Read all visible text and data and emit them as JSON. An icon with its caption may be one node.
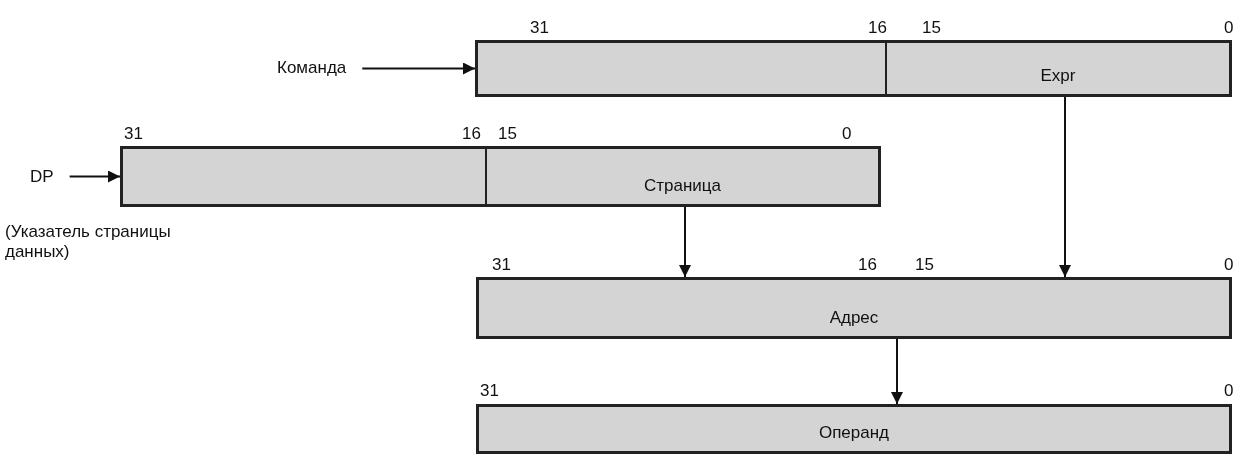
{
  "diagram": {
    "nodes": [
      {
        "text": [
          "Команда"
        ]
      },
      {
        "text": [],
        "shape": "box"
      },
      {
        "text": [
          "Expr"
        ]
      },
      {
        "text": [
          "DP"
        ]
      },
      {
        "text": [],
        "shape": "box"
      },
      {
        "text": [
          "Страница"
        ]
      },
      {
        "text": [
          "Адрес"
        ]
      },
      {
        "text": [
          "Операнд"
        ]
      }
    ],
    "edges": [
      {
        "from": 0,
        "to": 1,
        "arrow": "to"
      },
      {
        "from": 3,
        "to": 4,
        "arrow": "to"
      },
      {
        "from": 5,
        "to": 6,
        "arrow": "to"
      },
      {
        "from": 2,
        "to": 6,
        "arrow": "to"
      },
      {
        "from": 6,
        "to": 7,
        "arrow": "to"
      }
    ],
    "labels": [
      "31",
      "16",
      "15",
      "0",
      "31",
      "16",
      "15",
      "0",
      "(Указатель страницы данных)",
      "31",
      "16",
      "15",
      "0",
      "31",
      "0"
    ]
  }
}
